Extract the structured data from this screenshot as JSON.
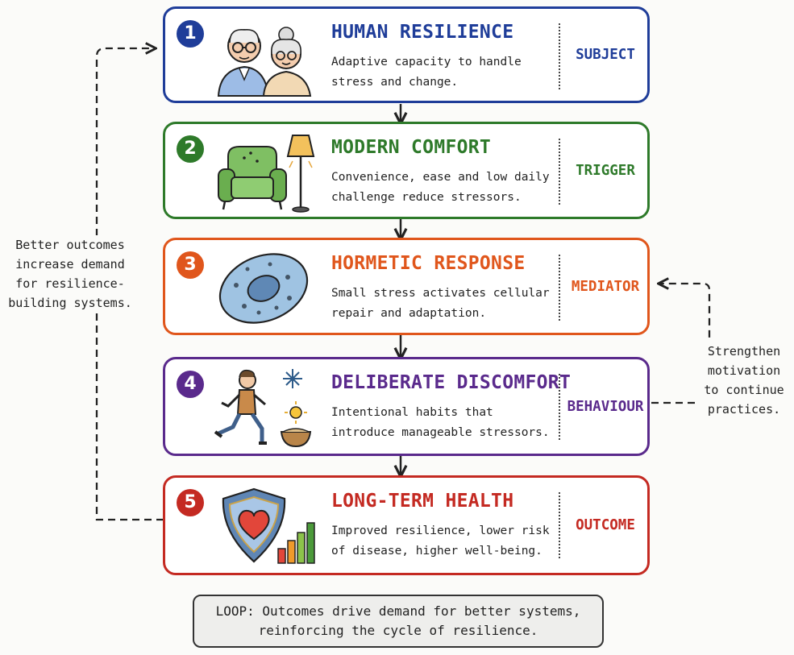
{
  "steps": [
    {
      "number": "1",
      "title": "HUMAN RESILIENCE",
      "description": "Adaptive capacity to handle stress and change.",
      "role": "SUBJECT",
      "color": "#1f3d99",
      "icon": "elderly-couple-icon"
    },
    {
      "number": "2",
      "title": "MODERN COMFORT",
      "description": "Convenience, ease and low daily challenge reduce stressors.",
      "role": "TRIGGER",
      "color": "#2e7a2a",
      "icon": "armchair-lamp-icon"
    },
    {
      "number": "3",
      "title": "HORMETIC RESPONSE",
      "description": "Small stress activates cellular repair and adaptation.",
      "role": "MEDIATOR",
      "color": "#e0561c",
      "icon": "cell-icon"
    },
    {
      "number": "4",
      "title": "DELIBERATE DISCOMFORT",
      "description": "Intentional habits that introduce manageable stressors.",
      "role": "BEHAVIOUR",
      "color": "#5a2a8c",
      "icon": "runner-cold-heat-icon"
    },
    {
      "number": "5",
      "title": "LONG-TERM HEALTH",
      "description": "Improved resilience, lower risk of disease, higher well-being.",
      "role": "OUTCOME",
      "color": "#c42a22",
      "icon": "shield-heart-icon"
    }
  ],
  "left_note": "Better outcomes increase demand for resilience-building systems.",
  "right_note": "Strengthen motivation to continue practices.",
  "loop": "LOOP: Outcomes drive demand for better systems, reinforcing the cycle of resilience."
}
